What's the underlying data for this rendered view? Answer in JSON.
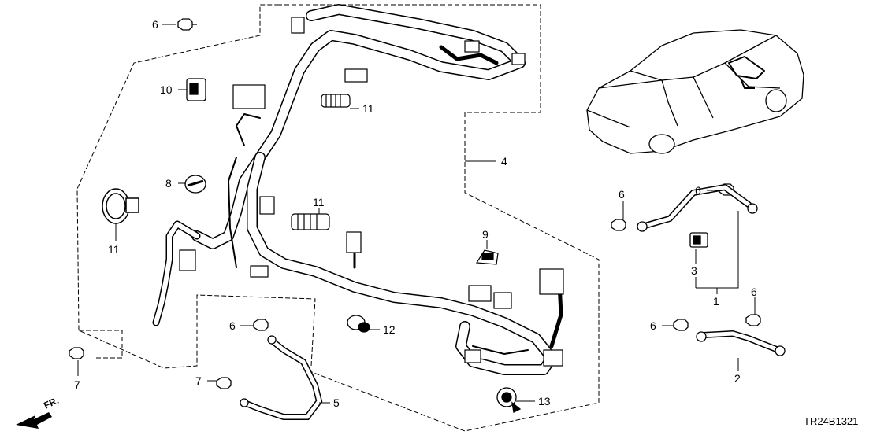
{
  "diagram": {
    "drawing_code": "TR24B1321",
    "direction_label": "FR.",
    "callouts": {
      "c1": "1",
      "c2": "2",
      "c3": "3",
      "c4": "4",
      "c5": "5",
      "c6a": "6",
      "c6b": "6",
      "c6c": "6",
      "c6d": "6",
      "c6e": "6",
      "c6f": "6",
      "c7a": "7",
      "c7b": "7",
      "c8": "8",
      "c9": "9",
      "c10": "10",
      "c11a": "11",
      "c11b": "11",
      "c11c": "11",
      "c12": "12",
      "c13": "13"
    }
  }
}
